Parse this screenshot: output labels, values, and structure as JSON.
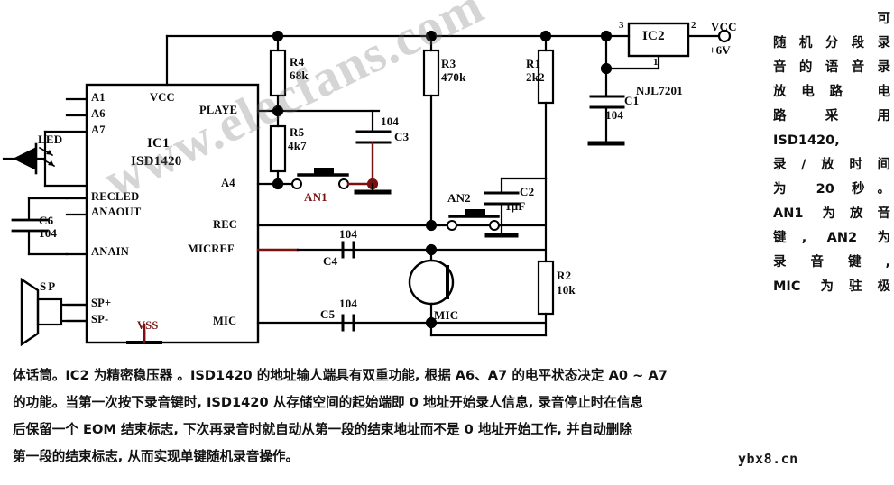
{
  "title": "可随机分段录音的语音录放电路",
  "colors": {
    "wire": "#000000",
    "accent_red": "#7a1010",
    "text": "#101010",
    "watermark": "rgba(115,115,115,0.30)",
    "background": "#ffffff"
  },
  "schematic": {
    "ic1": {
      "ref": "IC1",
      "part": "ISD1420",
      "pins_left": [
        "A1",
        "A6",
        "A7",
        "RECLED",
        "ANAOUT",
        "ANAIN",
        "SP+",
        "SP-"
      ],
      "pins_right": [
        "PLAYE",
        "A4",
        "REC",
        "MICREF",
        "MIC"
      ],
      "pin_vcc": "VCC",
      "pin_vss": "VSS"
    },
    "ic2": {
      "ref": "IC2",
      "part": "NJL7201",
      "pin_in": "3",
      "pin_out": "2",
      "pin_gnd": "1"
    },
    "supply": {
      "node": "VCC",
      "voltage": "+6V"
    },
    "resistors": [
      {
        "ref": "R1",
        "value": "2k2"
      },
      {
        "ref": "R2",
        "value": "10k"
      },
      {
        "ref": "R3",
        "value": "470k"
      },
      {
        "ref": "R4",
        "value": "68k"
      },
      {
        "ref": "R5",
        "value": "4k7"
      }
    ],
    "capacitors": [
      {
        "ref": "C1",
        "value": "104"
      },
      {
        "ref": "C2",
        "value": "1μF"
      },
      {
        "ref": "C3",
        "value": "104"
      },
      {
        "ref": "C4",
        "value": "104"
      },
      {
        "ref": "C5",
        "value": "104"
      },
      {
        "ref": "C6",
        "value": "104"
      }
    ],
    "switches": [
      {
        "ref": "AN1",
        "function": "放音键"
      },
      {
        "ref": "AN2",
        "function": "录音键"
      }
    ],
    "devices": [
      {
        "ref": "LED",
        "type": "led"
      },
      {
        "ref": "SP",
        "type": "speaker"
      },
      {
        "ref": "MIC",
        "type": "microphone"
      }
    ]
  },
  "side_column": {
    "lines": [
      "可",
      "随机分段录",
      "音的语音录",
      "放电路 电",
      "路 采 用",
      "ISD1420,",
      "录/放时间",
      "为 20 秒。",
      "AN1 为放音",
      "键, AN2 为",
      "录 音 键 ,",
      "MIC 为驻极"
    ]
  },
  "body_text": {
    "paragraphs": [
      "体话筒。IC2 为精密稳压器 。ISD1420 的地址输人端具有双重功能, 根据 A6、A7 的电平状态决定 A0 ~ A7",
      "的功能。当第一次按下录音键时, ISD1420 从存储空间的起始端即 0 地址开始录人信息, 录音停止时在信息",
      "后保留一个 EOM 结束标志, 下次再录音时就自动从第一段的结束地址而不是 0 地址开始工作, 并自动删除",
      "第一段的结束标志, 从而实现单键随机录音操作。"
    ]
  },
  "watermarks": {
    "main": "www.elecfans.com",
    "corner": "ybx8.cn"
  }
}
